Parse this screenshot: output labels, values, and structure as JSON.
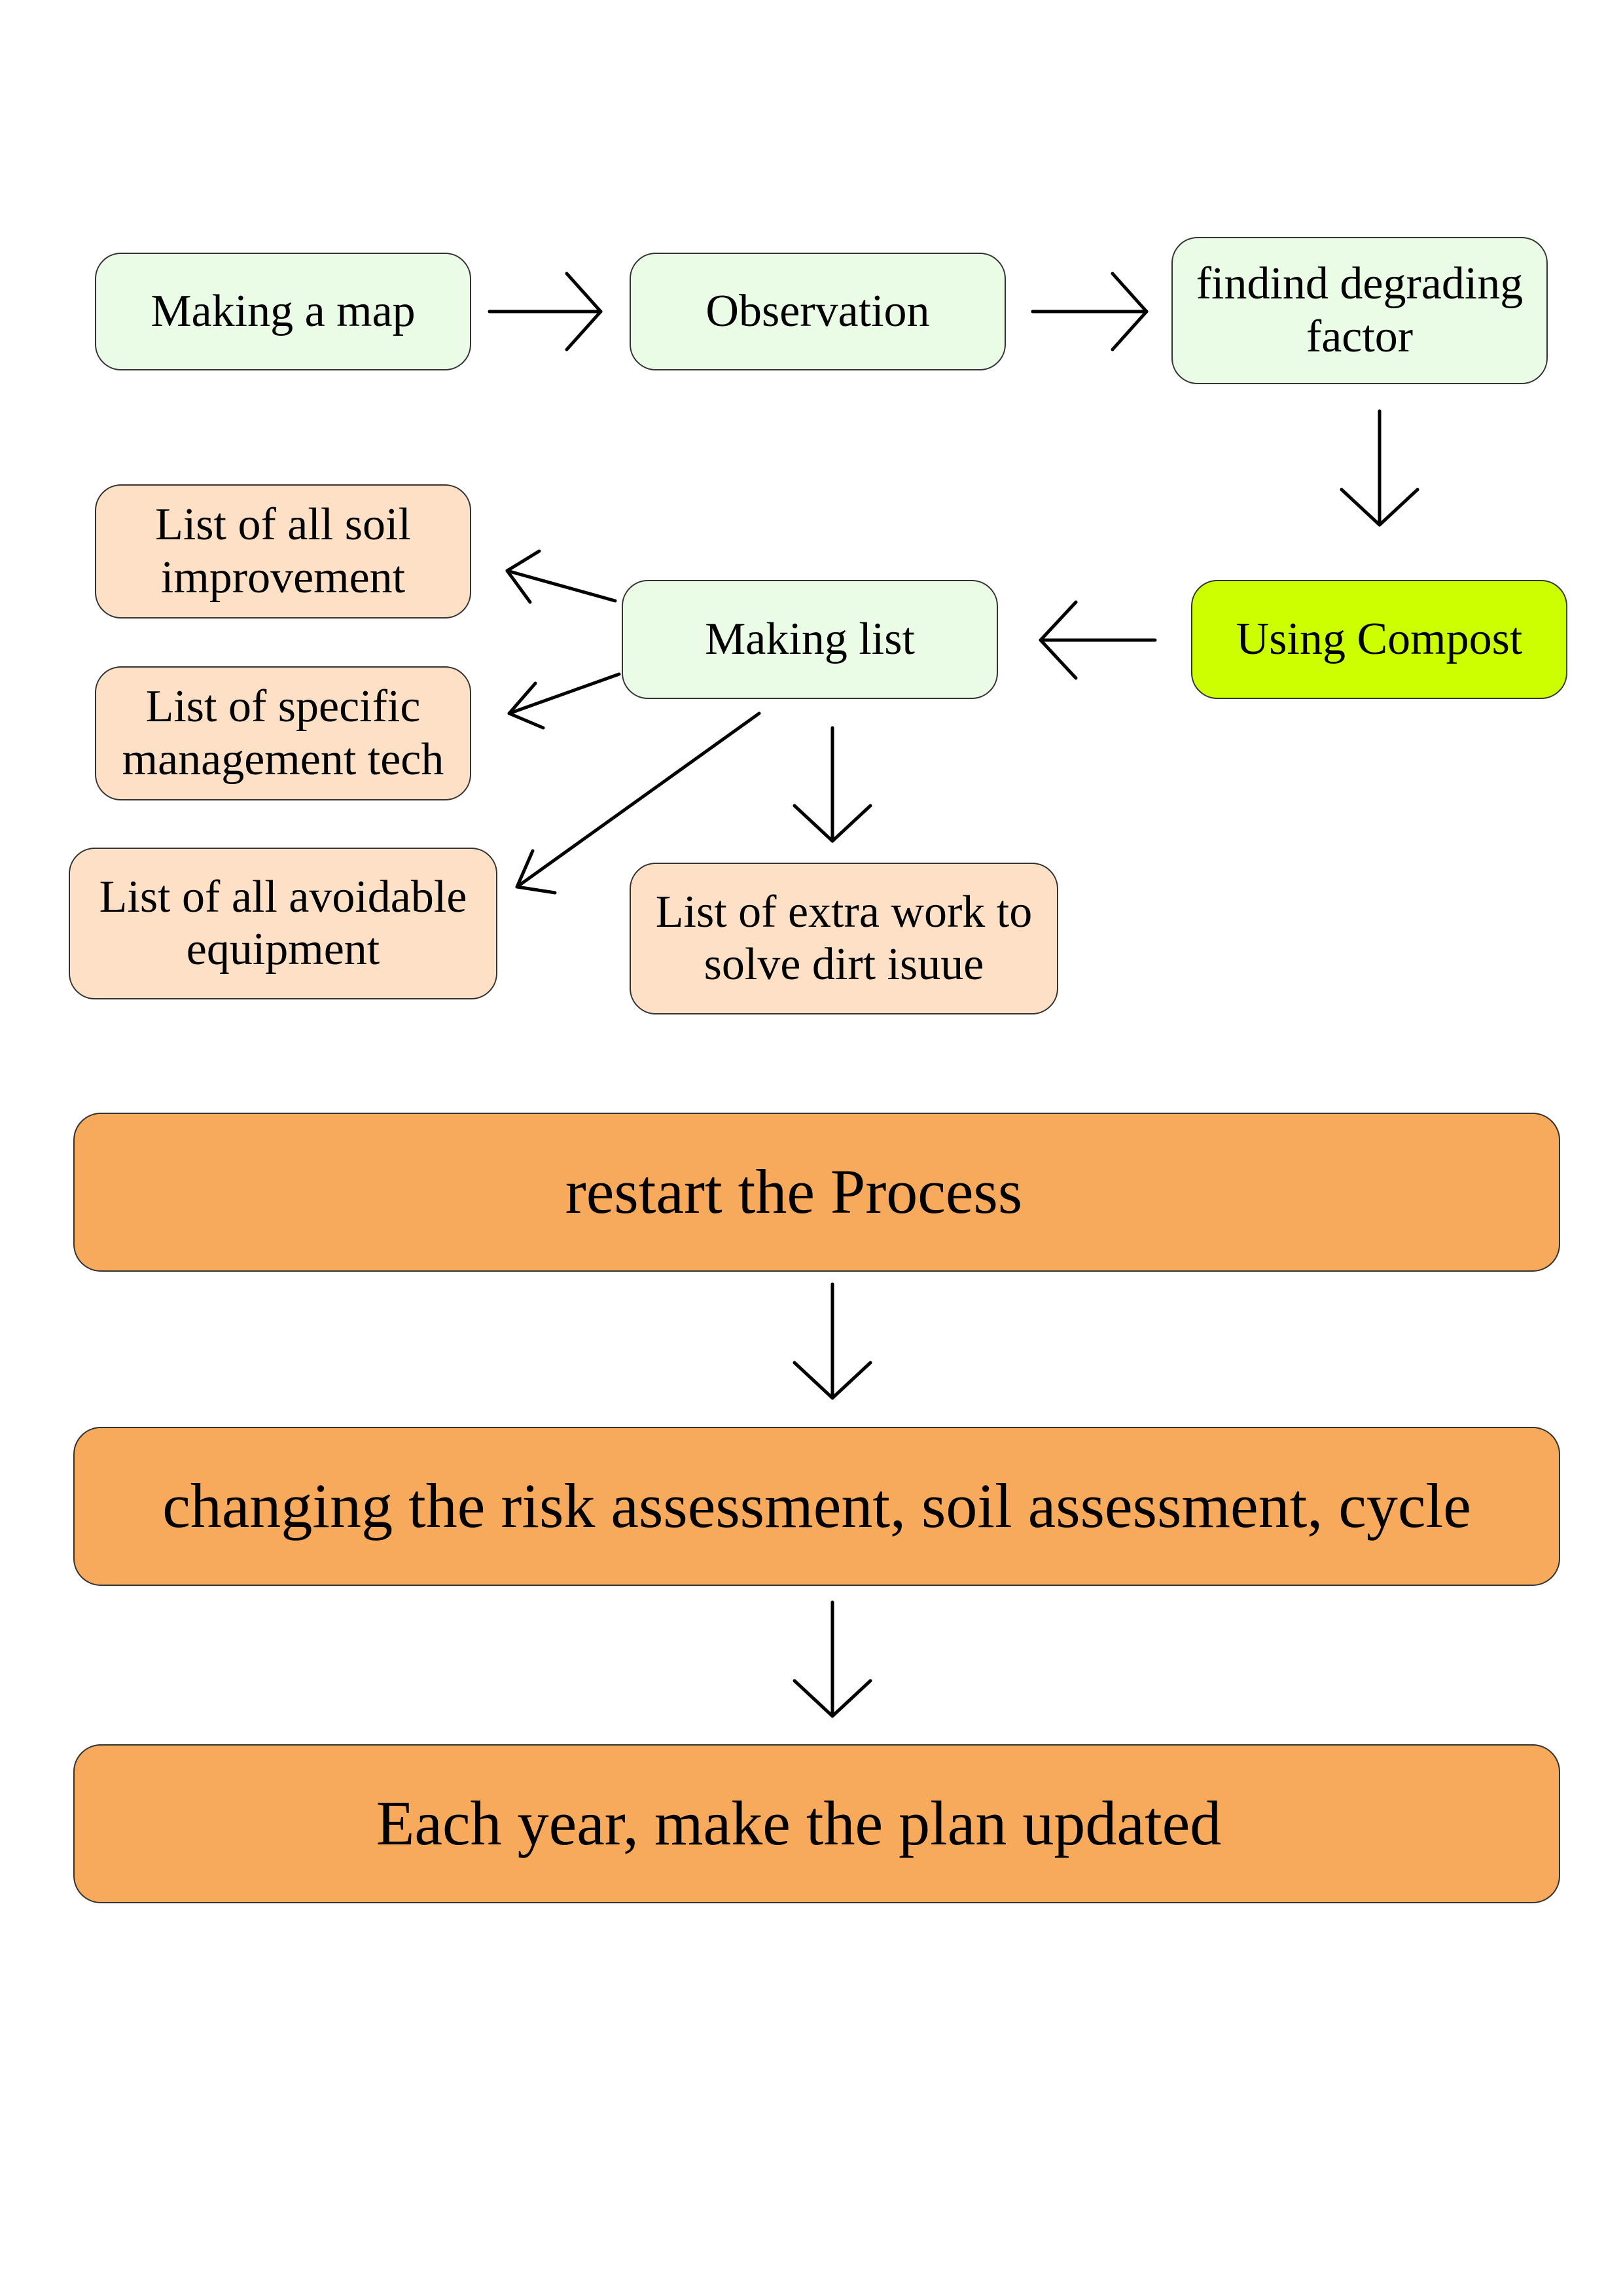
{
  "flow": {
    "making_map": "Making a map",
    "observation": "Observation",
    "finding_factor": "findind degrading factor",
    "using_compost": "Using Compost",
    "making_list": "Making list",
    "list_soil_improvement": "List of all soil improvement",
    "list_management_tech": "List of specific management tech",
    "list_avoidable_equipment": "List of all avoidable equipment",
    "list_extra_work": "List of extra work to solve dirt isuue"
  },
  "cycle": {
    "restart": "restart the Process",
    "changing": "changing the risk assessment, soil assessment, cycle",
    "yearly": "Each year, make the plan updated"
  },
  "colors": {
    "green_box": "#eafbe6",
    "compost_box": "#ccff00",
    "peach_box": "#fde0c6",
    "orange_box": "#f7aa5c",
    "border": "#333333"
  }
}
